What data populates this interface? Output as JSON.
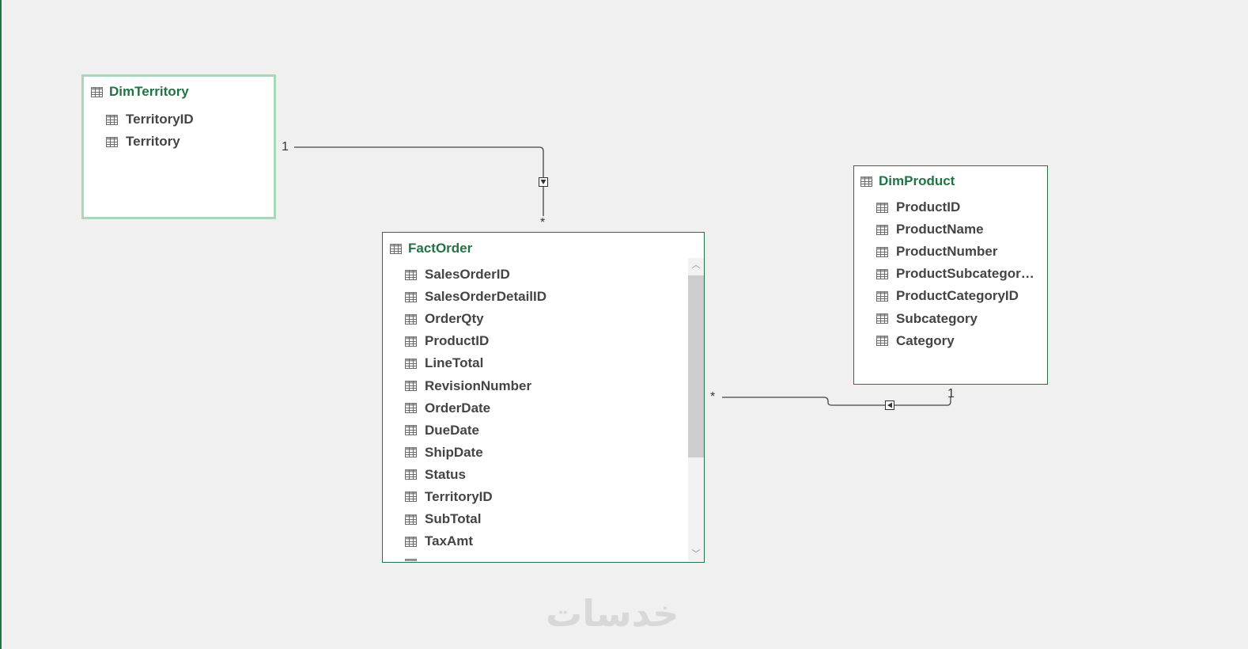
{
  "tables": {
    "dim_territory": {
      "title": "DimTerritory",
      "columns": [
        "TerritoryID",
        "Territory"
      ]
    },
    "fact_order": {
      "title": "FactOrder",
      "columns": [
        "SalesOrderID",
        "SalesOrderDetailID",
        "OrderQty",
        "ProductID",
        "LineTotal",
        "RevisionNumber",
        "OrderDate",
        "DueDate",
        "ShipDate",
        "Status",
        "TerritoryID",
        "SubTotal",
        "TaxAmt"
      ]
    },
    "dim_product": {
      "title": "DimProduct",
      "columns": [
        "ProductID",
        "ProductName",
        "ProductNumber",
        "ProductSubcategor…",
        "ProductCategoryID",
        "Subcategory",
        "Category"
      ]
    }
  },
  "relationships": {
    "territory_fact": {
      "one_label": "1",
      "many_label": "*"
    },
    "product_fact": {
      "one_label": "1",
      "many_label": "*"
    }
  },
  "watermark": "خدسات",
  "colors": {
    "accent": "#217346",
    "selected_border": "#a9d8b8",
    "canvas_bg": "#f0f0f0",
    "column_text": "#444444"
  },
  "icons": {
    "table": "table-grid-icon",
    "column": "column-grid-icon",
    "filter": "filter-direction-icon"
  }
}
